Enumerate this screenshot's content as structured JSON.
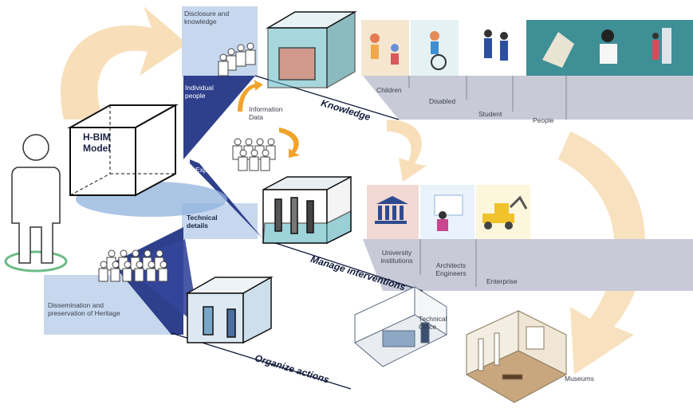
{
  "model": {
    "title_line1": "H-BIM",
    "title_line2": "Model"
  },
  "left_panel": {
    "disclosure": "Disclosure and knowledge",
    "individual_people": "Individual people",
    "experts": "Experts",
    "technical_details": "Technical details",
    "dissemination": "Dissemination and preservation of Heritage",
    "information_data": "Information Data"
  },
  "rows": {
    "knowledge": {
      "heading": "Knowledge",
      "labels": [
        "Children",
        "Disabled",
        "Student",
        "People"
      ]
    },
    "manage": {
      "heading": "Manage interventions",
      "labels": [
        "University institutions",
        "Architects Engineers",
        "Enterprise"
      ]
    },
    "organize": {
      "heading": "Organize actions",
      "labels": [
        "Technical Office",
        "Museums"
      ]
    }
  },
  "icons": [
    "person-icon",
    "group-icon",
    "university-icon",
    "excavator-icon",
    "wheelchair-icon",
    "cube-icon",
    "curved-arrow-icon"
  ],
  "colors": {
    "navy": "#2e3f8c",
    "light_blue": "#c7d8ee",
    "band_gray": "#c8cad8",
    "arrow_peach": "#f7dcb3",
    "teal": "#3f8f96",
    "ellipse_blue": "#8fb2dc",
    "green_ring": "#6dbb87"
  }
}
